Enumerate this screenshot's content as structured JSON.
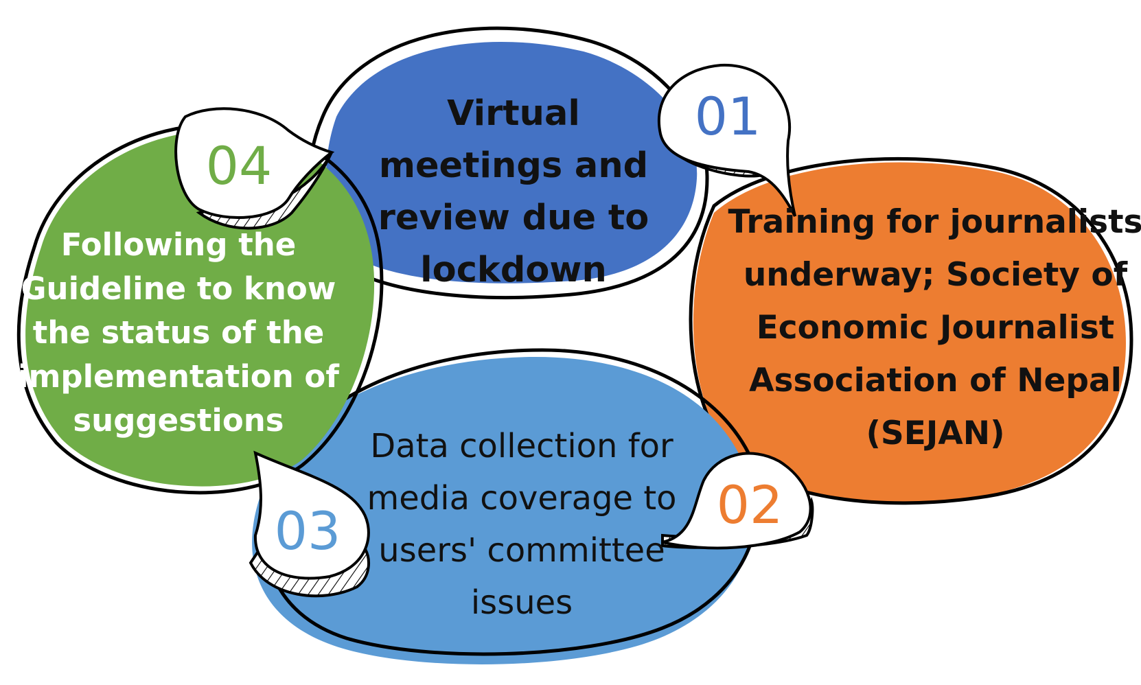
{
  "colors": {
    "step_01": "#4472C4",
    "step_02": "#ED7D31",
    "step_03": "#5B9BD5",
    "step_04": "#70AD47",
    "outline": "#000000"
  },
  "steps": [
    {
      "number": "01",
      "text": "Virtual meetings and review due to lockdown"
    },
    {
      "number": "02",
      "text": "Training for journalists underway; Society of Economic Journalist Association of Nepal (SEJAN)"
    },
    {
      "number": "03",
      "text": "Data collection for media coverage to users' committee issues"
    },
    {
      "number": "04",
      "text": "Following the Guideline to know the  status of the implementation of suggestions"
    }
  ]
}
